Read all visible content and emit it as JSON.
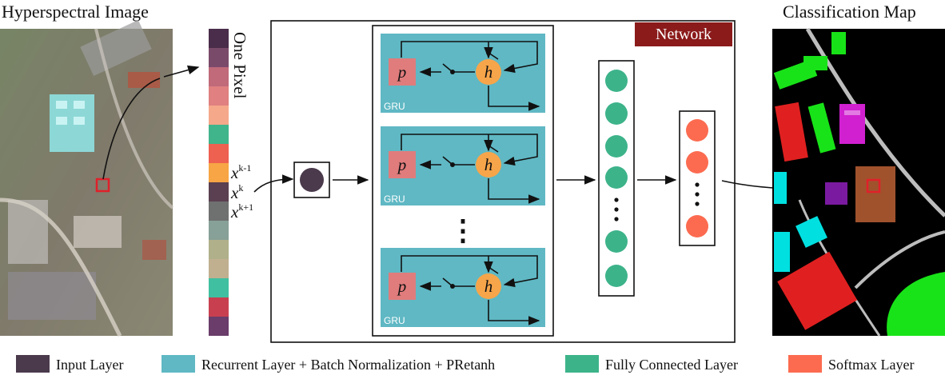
{
  "titles": {
    "left": "Hyperspectral Image",
    "right": "Classification Map",
    "spectrum": "One Pixel",
    "network": "Network"
  },
  "pixel_labels": {
    "prev": {
      "base": "x",
      "sup": "k-1"
    },
    "curr": {
      "base": "x",
      "sup": "k"
    },
    "next": {
      "base": "x",
      "sup": "k+1"
    }
  },
  "gru": {
    "p_label": "p",
    "h_label": "h",
    "tag": "GRU",
    "dots": "⋮"
  },
  "legend": [
    {
      "label": "Input Layer",
      "color": "#4a3a4c"
    },
    {
      "label": "Recurrent Layer + Batch Normalization + PRetanh",
      "color": "#5fb8c4"
    },
    {
      "label": "Fully Connected Layer",
      "color": "#3db38a"
    },
    {
      "label": "Softmax Layer",
      "color": "#fc6b50"
    }
  ],
  "colors": {
    "input": "#4a3a4c",
    "recurrent": "#5fb8c4",
    "fc": "#3db38a",
    "softmax": "#fc6b50",
    "p_box": "#e07c7c",
    "h_circle": "#f7a54a",
    "network_tag": "#8b1a1a"
  },
  "spectrum_colors": [
    "#4a2d4a",
    "#7a4a6a",
    "#c06a7a",
    "#e08080",
    "#f5a88a",
    "#40b48a",
    "#ee6050",
    "#f7a545",
    "#5a4050",
    "#6f7070",
    "#87a098",
    "#b0b08a",
    "#c0b090",
    "#40c0a0",
    "#c84050",
    "#6a3d6a"
  ]
}
